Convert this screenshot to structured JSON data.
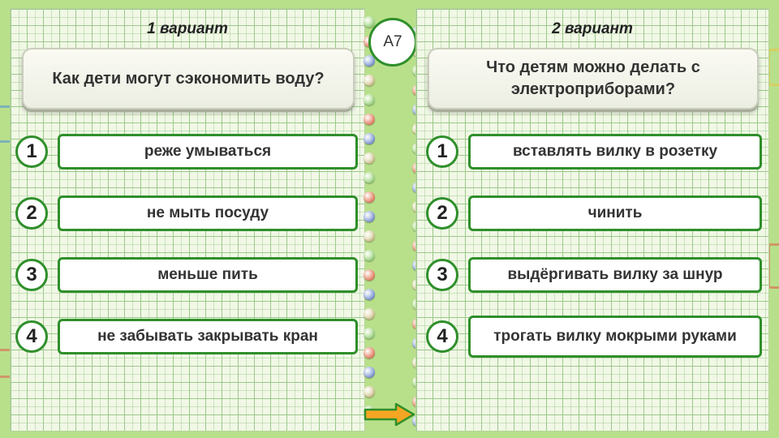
{
  "badge": "А7",
  "left": {
    "variant": "1 вариант",
    "question": "Как дети могут сэкономить воду?",
    "answers": [
      {
        "num": "1",
        "text": "реже умываться"
      },
      {
        "num": "2",
        "text": "не мыть посуду"
      },
      {
        "num": "3",
        "text": "меньше пить"
      },
      {
        "num": "4",
        "text": "не забывать закрывать кран"
      }
    ]
  },
  "right": {
    "variant": "2 вариант",
    "question": "Что детям можно делать с электроприборами?",
    "answers": [
      {
        "num": "1",
        "text": "вставлять вилку в розетку"
      },
      {
        "num": "2",
        "text": "чинить"
      },
      {
        "num": "3",
        "text": "выдёргивать вилку за шнур"
      },
      {
        "num": "4",
        "text": "трогать вилку мокрыми руками"
      }
    ]
  },
  "colors": {
    "accent_green": "#2f8f2b",
    "arrow_fill": "#f5a623",
    "background": "#b8e08a"
  },
  "icons": {
    "next": "arrow-right-icon"
  }
}
